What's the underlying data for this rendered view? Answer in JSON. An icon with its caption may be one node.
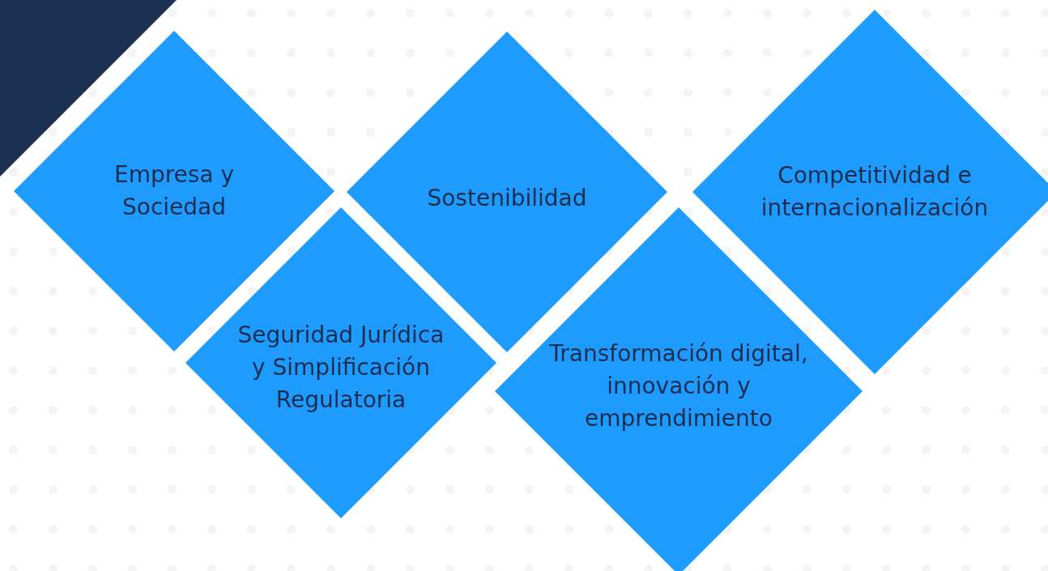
{
  "diagram": {
    "nodes": [
      {
        "text": [
          "Empresa y Sociedad"
        ]
      },
      {
        "text": [
          "Sostenibilidad"
        ]
      },
      {
        "text": [
          "Competitividad e internacionalización"
        ]
      },
      {
        "text": [
          "Seguridad Jurídica y Simplificación Regulatoria"
        ]
      },
      {
        "text": [
          "Transformación digital, innovación y emprendimiento"
        ]
      }
    ]
  }
}
